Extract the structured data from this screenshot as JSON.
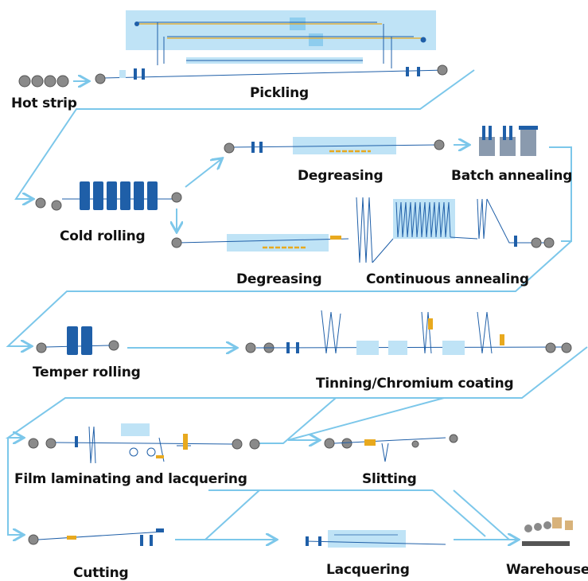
{
  "colors": {
    "flow_line": "#7cc7ea",
    "process_box": "#bfe3f6",
    "equipment": "#1f5fa8",
    "coil": "#8a8a8a",
    "heater": "#e8a91e"
  },
  "stages": {
    "hot_strip": "Hot strip",
    "pickling": "Pickling",
    "cold_rolling": "Cold rolling",
    "degreasing_1": "Degreasing",
    "batch_annealing": "Batch annealing",
    "degreasing_2": "Degreasing",
    "continuous_annealing": "Continuous annealing",
    "temper_rolling": "Temper rolling",
    "tinning": "Tinning/Chromium coating",
    "film_laminating": "Film laminating and lacquering",
    "slitting": "Slitting",
    "cutting": "Cutting",
    "lacquering": "Lacquering",
    "warehouse": "Warehouse"
  }
}
